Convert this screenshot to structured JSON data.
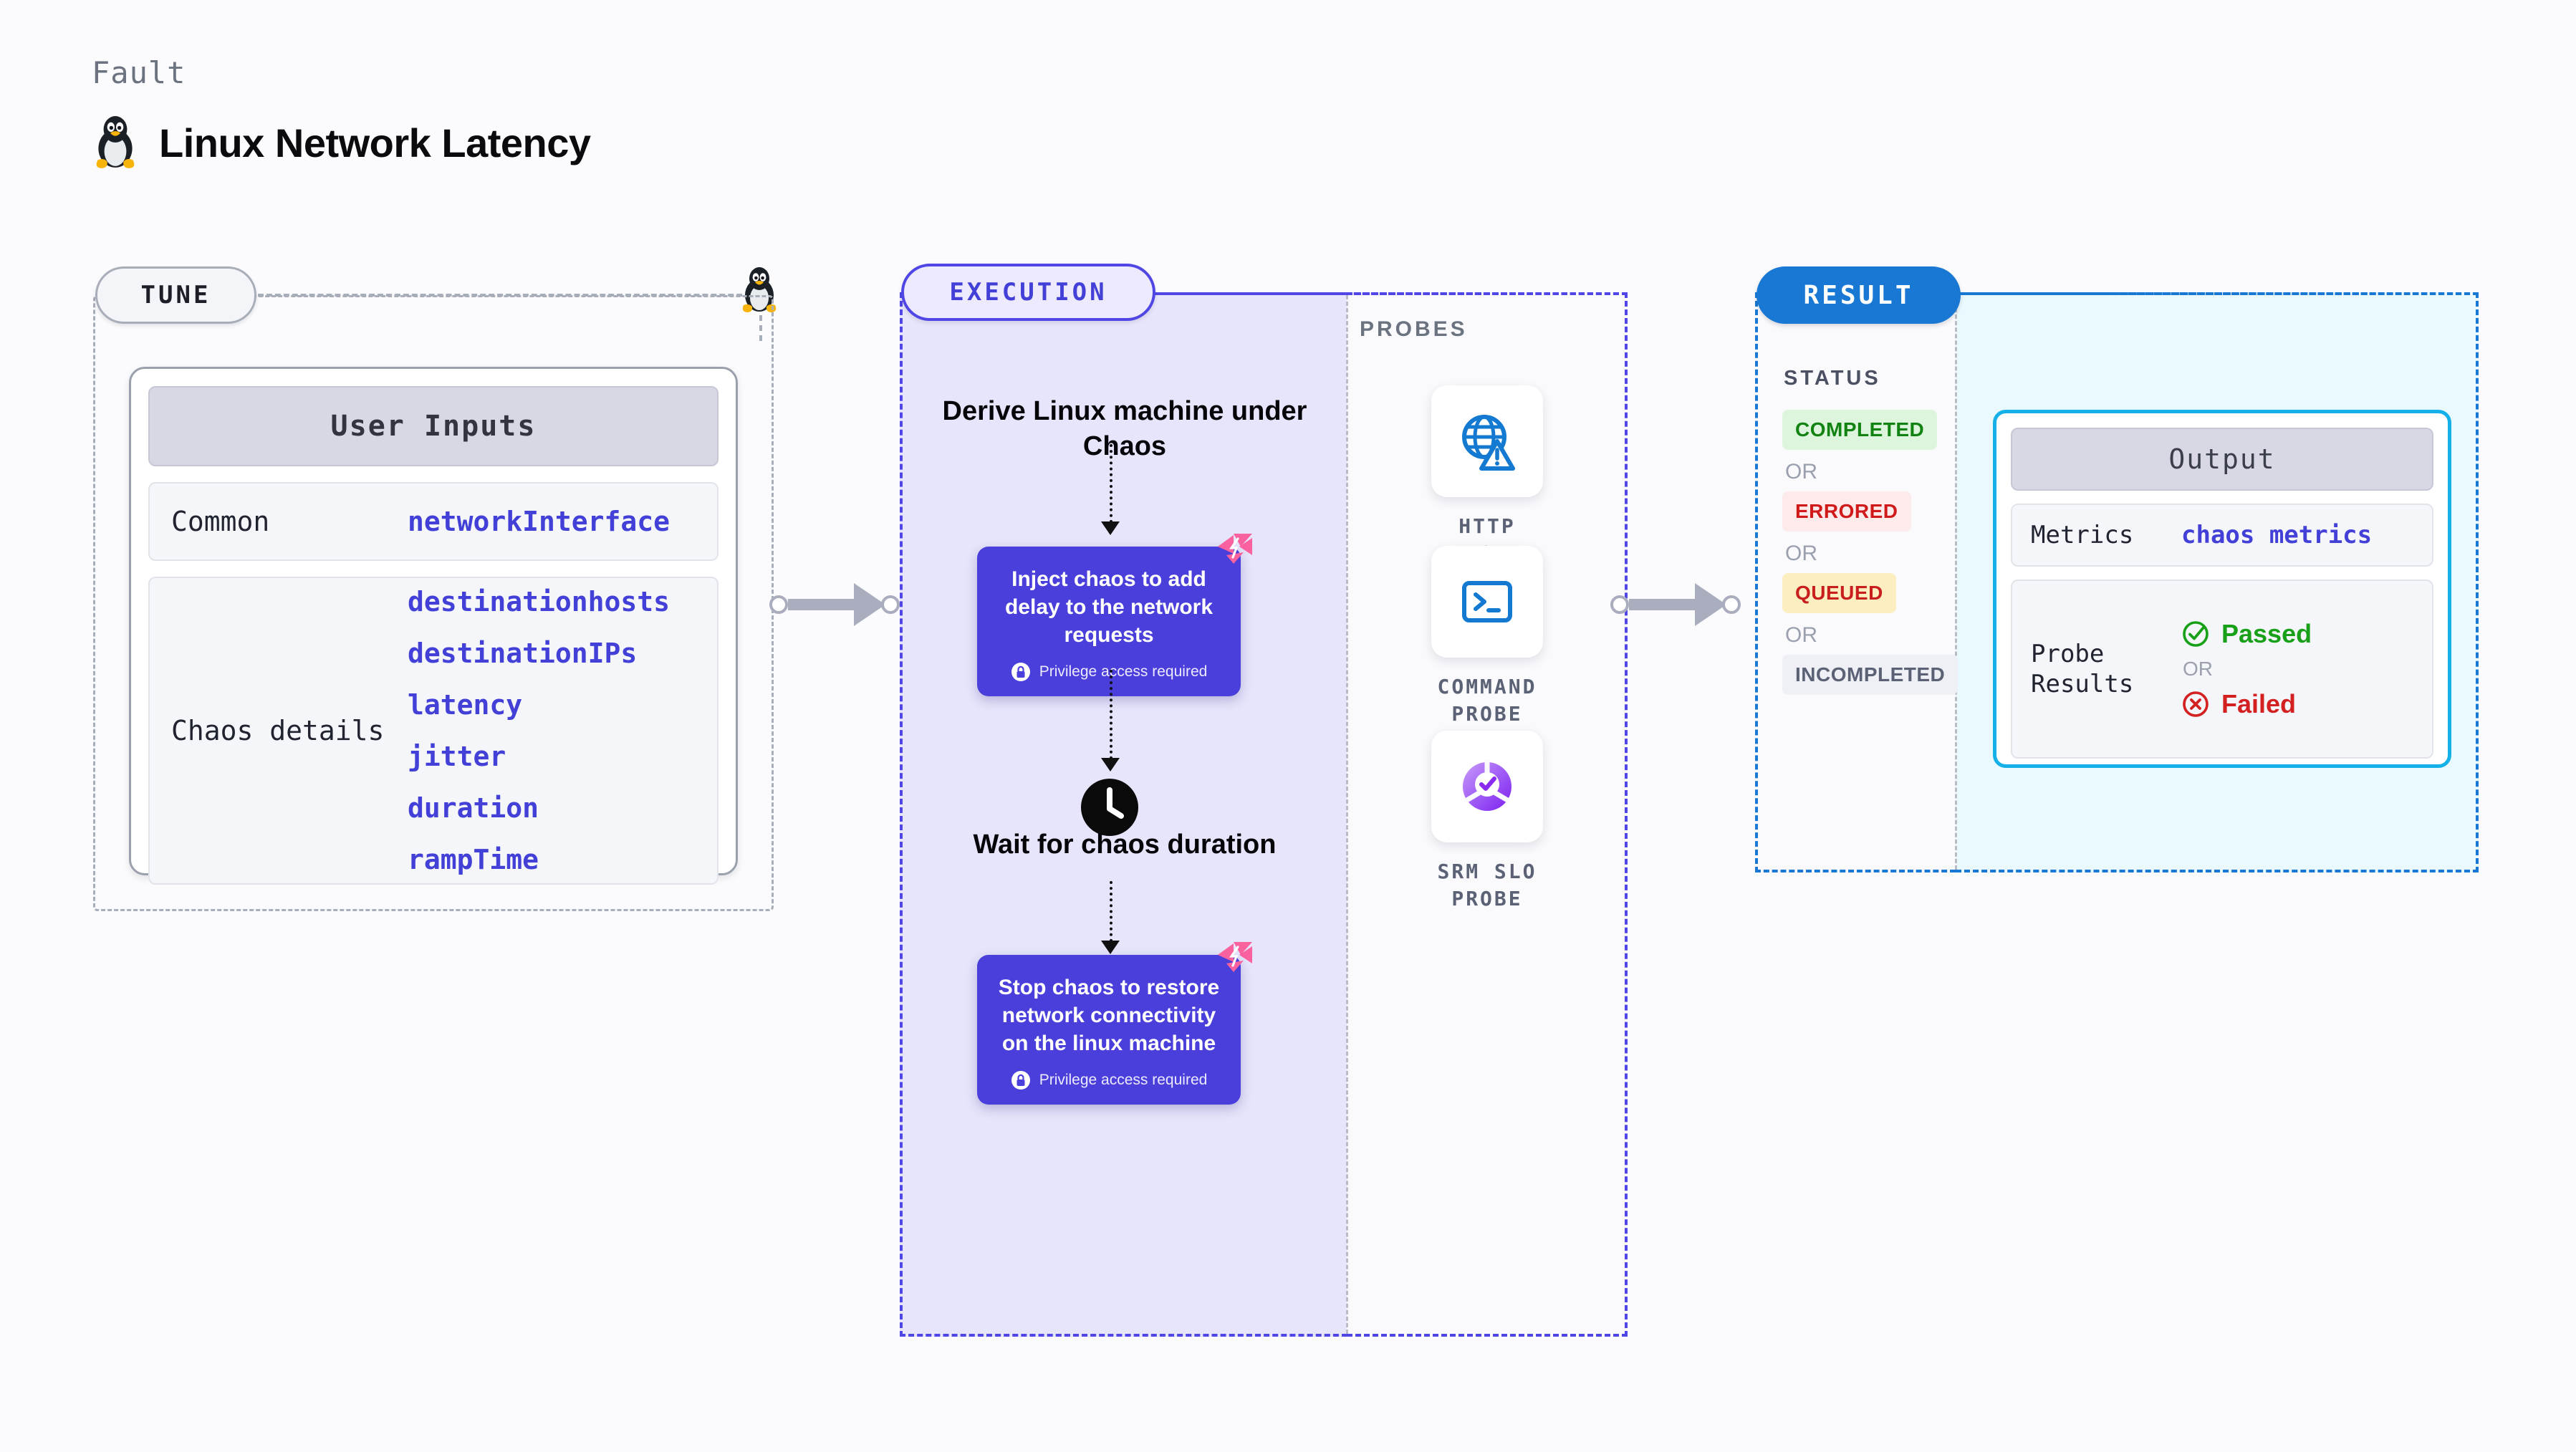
{
  "header": {
    "kicker": "Fault",
    "title": "Linux Network Latency",
    "icon": "linux-penguin-icon"
  },
  "tune": {
    "pill_label": "TUNE",
    "card_title": "User Inputs",
    "rows": [
      {
        "label": "Common",
        "values": [
          "networkInterface"
        ]
      },
      {
        "label": "Chaos details",
        "values": [
          "destinationhosts",
          "destinationIPs",
          "latency",
          "jitter",
          "duration",
          "rampTime"
        ]
      }
    ]
  },
  "execution": {
    "pill_label": "EXECUTION",
    "derive_step": "Derive Linux machine under Chaos",
    "inject_card": {
      "title": "Inject chaos to add delay to the network requests",
      "privilege": "Privilege access required",
      "badge_icon": "chaos-fault-badge-icon",
      "lock_icon": "lock-icon"
    },
    "wait_step": "Wait for chaos duration",
    "wait_icon": "clock-icon",
    "stop_card": {
      "title": "Stop chaos to restore network connectivity on the linux machine",
      "privilege": "Privilege access required",
      "badge_icon": "chaos-fault-badge-icon",
      "lock_icon": "lock-icon"
    }
  },
  "probes": {
    "section_label": "PROBES",
    "items": [
      {
        "label": "HTTP PROBE",
        "icon": "globe-warning-icon"
      },
      {
        "label": "COMMAND PROBE",
        "icon": "terminal-prompt-icon"
      },
      {
        "label": "SRM SLO PROBE",
        "icon": "slo-donut-check-icon"
      }
    ]
  },
  "result": {
    "pill_label": "RESULT",
    "status_label": "STATUS",
    "or_label": "OR",
    "statuses": [
      {
        "text": "COMPLETED",
        "bg": "#dcf5dc",
        "fg": "#128312"
      },
      {
        "text": "ERRORED",
        "bg": "#fdeaea",
        "fg": "#d01a1a"
      },
      {
        "text": "QUEUED",
        "bg": "#fdeec2",
        "fg": "#c81e1e"
      },
      {
        "text": "INCOMPLETED",
        "bg": "#eff0f5",
        "fg": "#5b6275"
      }
    ],
    "output": {
      "title": "Output",
      "metrics_label": "Metrics",
      "metrics_value": "chaos metrics",
      "probe_results_label": "Probe Results",
      "passed_label": "Passed",
      "failed_label": "Failed",
      "or_label": "OR",
      "passed_icon": "check-circle-icon",
      "failed_icon": "x-circle-icon"
    }
  },
  "colors": {
    "accent_purple": "#4340d8",
    "card_purple": "#4a3fdb",
    "exec_bg": "#e6e5fb",
    "result_blue": "#1878d4",
    "output_border": "#16b0e8",
    "output_bg": "#eaf9fe",
    "fault_pink": "#f9629f",
    "probe_blue": "#1479d0",
    "pass_green": "#18a018",
    "fail_red": "#d32020"
  }
}
